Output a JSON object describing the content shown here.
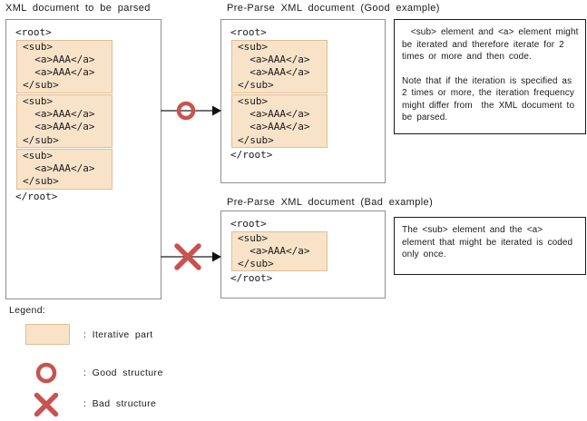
{
  "diagram": {
    "source": {
      "title": "XML document to be parsed",
      "root_open": "<root>",
      "root_close": "</root>",
      "blocks": [
        {
          "lines": [
            "<sub>",
            "  <a>AAA</a>",
            "  <a>AAA</a>",
            "</sub>"
          ]
        },
        {
          "lines": [
            "<sub>",
            "  <a>AAA</a>",
            "  <a>AAA</a>",
            "</sub>"
          ]
        },
        {
          "lines": [
            "<sub>",
            "  <a>AAA</a>",
            "</sub>"
          ]
        }
      ]
    },
    "good": {
      "title": "Pre-Parse XML document (Good example)",
      "root_open": "<root>",
      "root_close": "</root>",
      "blocks": [
        {
          "lines": [
            "<sub>",
            "  <a>AAA</a>",
            "  <a>AAA</a>",
            "</sub>"
          ]
        },
        {
          "lines": [
            "<sub>",
            "  <a>AAA</a>",
            "  <a>AAA</a>",
            "</sub>"
          ]
        }
      ],
      "note": {
        "paragraph1": "  <sub> element and <a> element might be iterated and therefore iterate for 2 times or more and then code.",
        "paragraph2": "Note that if the iteration is specified as 2 times or more, the iteration frequency might differ from  the XML document to be parsed."
      }
    },
    "bad": {
      "title": "Pre-Parse XML document (Bad example)",
      "root_open": "<root>",
      "root_close": "</root>",
      "blocks": [
        {
          "lines": [
            "<sub>",
            "  <a>AAA</a>",
            "</sub>"
          ]
        }
      ],
      "note": {
        "paragraph1": "The <sub> element and the <a> element that might be iterated is coded only once."
      }
    },
    "legend": {
      "title": "Legend:",
      "items": [
        {
          "icon": "iterative-part-swatch",
          "label": ": Iterative part"
        },
        {
          "icon": "good-structure-icon",
          "label": ": Good structure"
        },
        {
          "icon": "bad-structure-icon",
          "label": ": Bad structure"
        }
      ]
    },
    "colors": {
      "iterative_fill": "#f8e3c9",
      "iterative_border": "#e2bd93",
      "symbol_red": "#c9534f",
      "panel_border": "#8f8f8f",
      "note_border": "#1a1a1a",
      "arrow_line": "#444444"
    }
  }
}
